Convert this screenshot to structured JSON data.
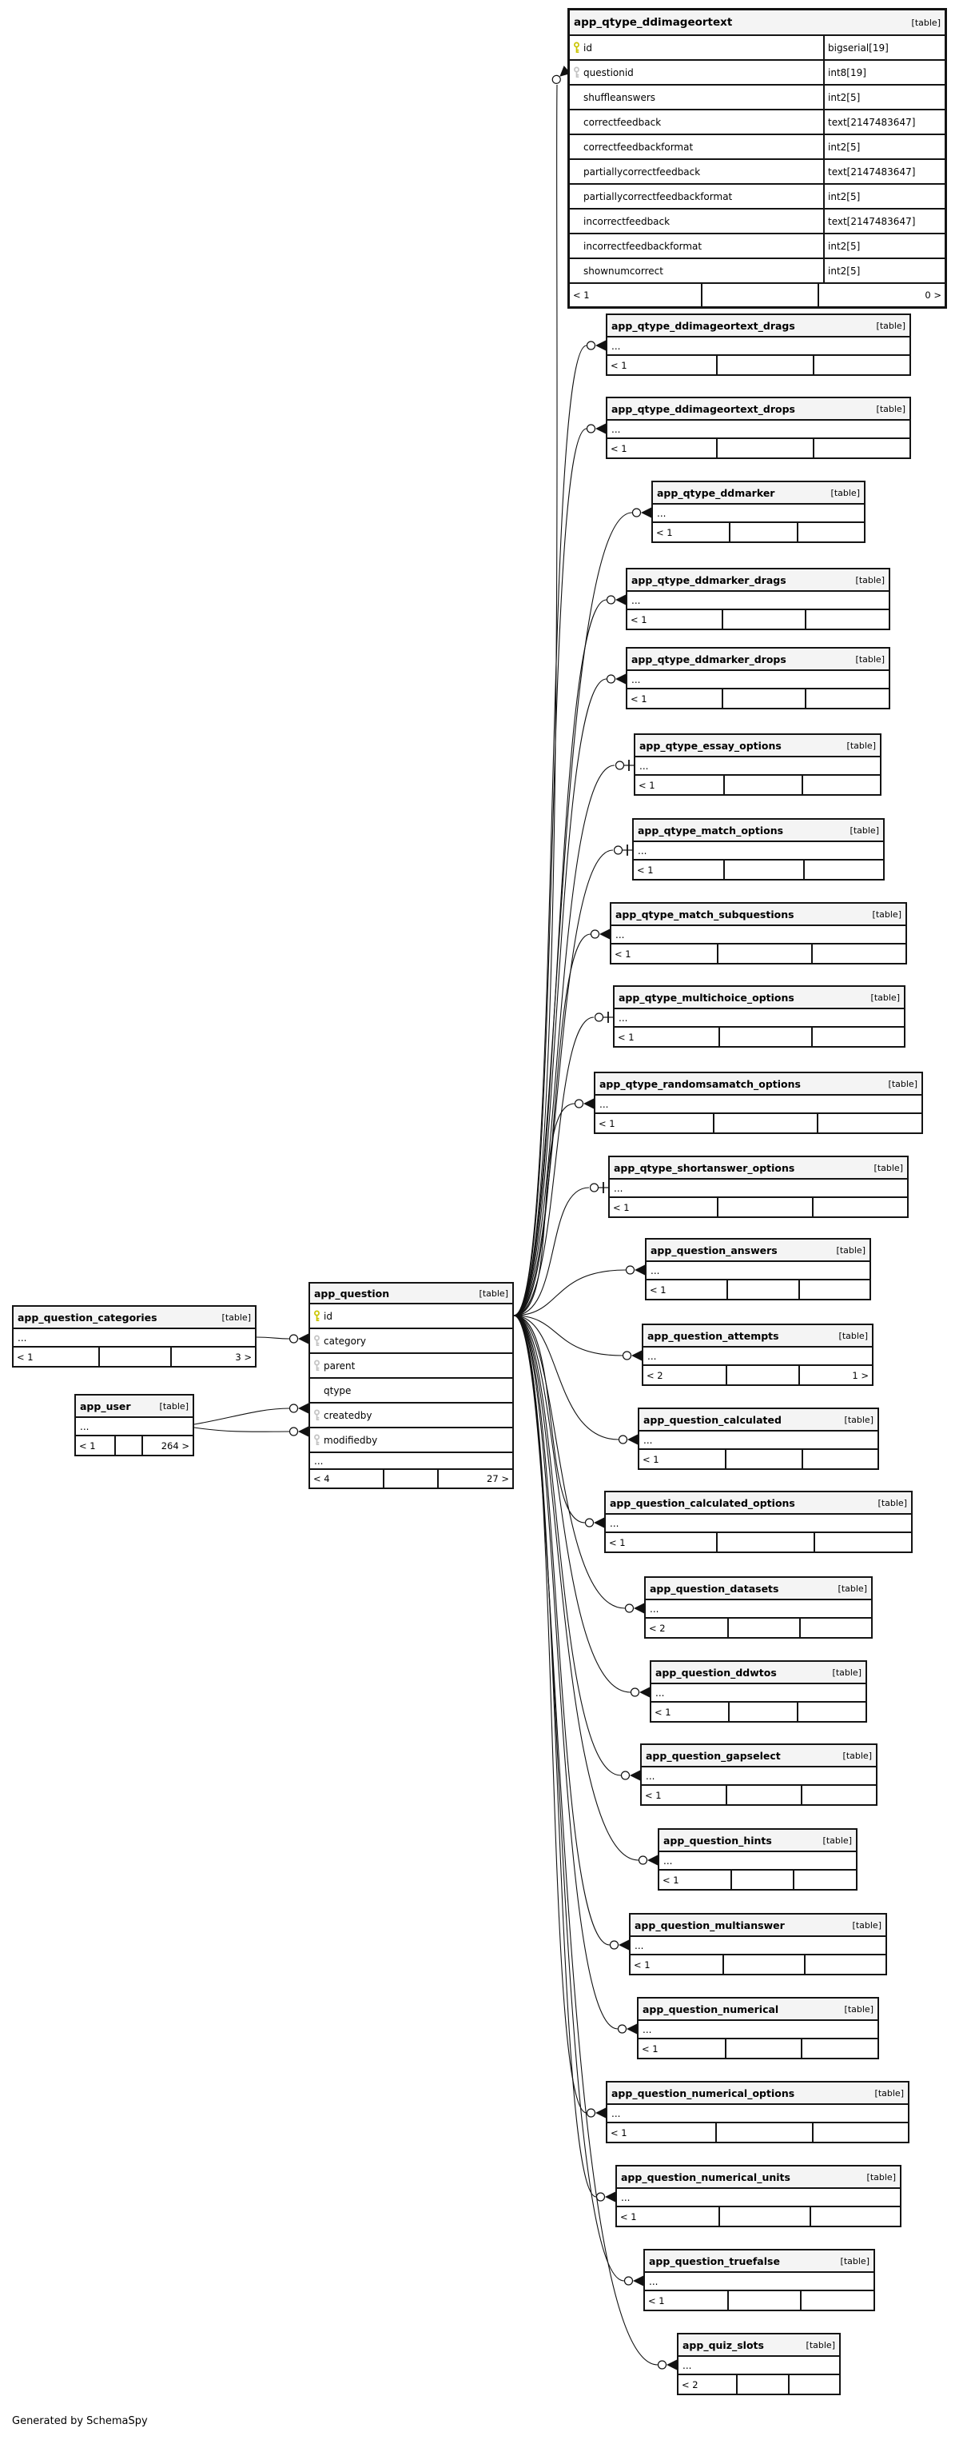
{
  "diagram": {
    "generated_by": "Generated by SchemaSpy",
    "table_tag": "[table]",
    "ellipsis": "...",
    "main_table": {
      "name": "app_qtype_ddimageortext",
      "columns": [
        {
          "name": "id",
          "type": "bigserial[19]",
          "key": "pk"
        },
        {
          "name": "questionid",
          "type": "int8[19]",
          "key": "fk"
        },
        {
          "name": "shuffleanswers",
          "type": "int2[5]",
          "key": ""
        },
        {
          "name": "correctfeedback",
          "type": "text[2147483647]",
          "key": ""
        },
        {
          "name": "correctfeedbackformat",
          "type": "int2[5]",
          "key": ""
        },
        {
          "name": "partiallycorrectfeedback",
          "type": "text[2147483647]",
          "key": ""
        },
        {
          "name": "partiallycorrectfeedbackformat",
          "type": "int2[5]",
          "key": ""
        },
        {
          "name": "incorrectfeedback",
          "type": "text[2147483647]",
          "key": ""
        },
        {
          "name": "incorrectfeedbackformat",
          "type": "int2[5]",
          "key": ""
        },
        {
          "name": "shownumcorrect",
          "type": "int2[5]",
          "key": ""
        }
      ],
      "footer": {
        "left": "< 1",
        "right": "0 >"
      }
    },
    "question_table": {
      "name": "app_question",
      "columns": [
        {
          "name": "id",
          "key": "pk"
        },
        {
          "name": "category",
          "key": "fk"
        },
        {
          "name": "parent",
          "key": "fk"
        },
        {
          "name": "qtype",
          "key": ""
        },
        {
          "name": "createdby",
          "key": "fk"
        },
        {
          "name": "modifiedby",
          "key": "fk"
        }
      ],
      "body": "...",
      "footer": {
        "left": "< 4",
        "right": "27 >"
      }
    },
    "left_tables": [
      {
        "name": "app_question_categories",
        "body": "...",
        "footer": {
          "left": "< 1",
          "right": "3 >"
        }
      },
      {
        "name": "app_user",
        "body": "...",
        "footer": {
          "left": "< 1",
          "right": "264 >"
        }
      }
    ],
    "related_tables": [
      {
        "name": "app_qtype_ddimageortext_drags",
        "body": "...",
        "footer": {
          "left": "< 1",
          "right": ""
        },
        "connector": "zero-or-many"
      },
      {
        "name": "app_qtype_ddimageortext_drops",
        "body": "...",
        "footer": {
          "left": "< 1",
          "right": ""
        },
        "connector": "zero-or-many"
      },
      {
        "name": "app_qtype_ddmarker",
        "body": "...",
        "footer": {
          "left": "< 1",
          "right": ""
        },
        "connector": "zero-or-many"
      },
      {
        "name": "app_qtype_ddmarker_drags",
        "body": "...",
        "footer": {
          "left": "< 1",
          "right": ""
        },
        "connector": "zero-or-many"
      },
      {
        "name": "app_qtype_ddmarker_drops",
        "body": "...",
        "footer": {
          "left": "< 1",
          "right": ""
        },
        "connector": "zero-or-many"
      },
      {
        "name": "app_qtype_essay_options",
        "body": "...",
        "footer": {
          "left": "< 1",
          "right": ""
        },
        "connector": "zero-or-one"
      },
      {
        "name": "app_qtype_match_options",
        "body": "...",
        "footer": {
          "left": "< 1",
          "right": ""
        },
        "connector": "zero-or-one"
      },
      {
        "name": "app_qtype_match_subquestions",
        "body": "...",
        "footer": {
          "left": "< 1",
          "right": ""
        },
        "connector": "zero-or-many"
      },
      {
        "name": "app_qtype_multichoice_options",
        "body": "...",
        "footer": {
          "left": "< 1",
          "right": ""
        },
        "connector": "zero-or-one"
      },
      {
        "name": "app_qtype_randomsamatch_options",
        "body": "...",
        "footer": {
          "left": "< 1",
          "right": ""
        },
        "connector": "zero-or-many"
      },
      {
        "name": "app_qtype_shortanswer_options",
        "body": "...",
        "footer": {
          "left": "< 1",
          "right": ""
        },
        "connector": "zero-or-one"
      },
      {
        "name": "app_question_answers",
        "body": "...",
        "footer": {
          "left": "< 1",
          "right": ""
        },
        "connector": "zero-or-many"
      },
      {
        "name": "app_question_attempts",
        "body": "...",
        "footer": {
          "left": "< 2",
          "right": "1 >"
        },
        "connector": "zero-or-many"
      },
      {
        "name": "app_question_calculated",
        "body": "...",
        "footer": {
          "left": "< 1",
          "right": ""
        },
        "connector": "zero-or-many"
      },
      {
        "name": "app_question_calculated_options",
        "body": "...",
        "footer": {
          "left": "< 1",
          "right": ""
        },
        "connector": "zero-or-many"
      },
      {
        "name": "app_question_datasets",
        "body": "...",
        "footer": {
          "left": "< 2",
          "right": ""
        },
        "connector": "zero-or-many"
      },
      {
        "name": "app_question_ddwtos",
        "body": "...",
        "footer": {
          "left": "< 1",
          "right": ""
        },
        "connector": "zero-or-many"
      },
      {
        "name": "app_question_gapselect",
        "body": "...",
        "footer": {
          "left": "< 1",
          "right": ""
        },
        "connector": "zero-or-many"
      },
      {
        "name": "app_question_hints",
        "body": "...",
        "footer": {
          "left": "< 1",
          "right": ""
        },
        "connector": "zero-or-many"
      },
      {
        "name": "app_question_multianswer",
        "body": "...",
        "footer": {
          "left": "< 1",
          "right": ""
        },
        "connector": "zero-or-many"
      },
      {
        "name": "app_question_numerical",
        "body": "...",
        "footer": {
          "left": "< 1",
          "right": ""
        },
        "connector": "zero-or-many"
      },
      {
        "name": "app_question_numerical_options",
        "body": "...",
        "footer": {
          "left": "< 1",
          "right": ""
        },
        "connector": "zero-or-many"
      },
      {
        "name": "app_question_numerical_units",
        "body": "...",
        "footer": {
          "left": "< 1",
          "right": ""
        },
        "connector": "zero-or-many"
      },
      {
        "name": "app_question_truefalse",
        "body": "...",
        "footer": {
          "left": "< 1",
          "right": ""
        },
        "connector": "zero-or-many"
      },
      {
        "name": "app_quiz_slots",
        "body": "...",
        "footer": {
          "left": "< 2",
          "right": ""
        },
        "connector": "zero-or-many"
      }
    ],
    "relationships": [
      {
        "from": "app_question.id",
        "to": "app_qtype_ddimageortext.questionid"
      },
      {
        "from": "app_question.category",
        "to": "app_question_categories"
      },
      {
        "from": "app_question.createdby",
        "to": "app_user"
      },
      {
        "from": "app_question.modifiedby",
        "to": "app_user"
      }
    ],
    "key_colors": {
      "primary": "#c9c400",
      "foreign": "#c3c3c3"
    }
  }
}
